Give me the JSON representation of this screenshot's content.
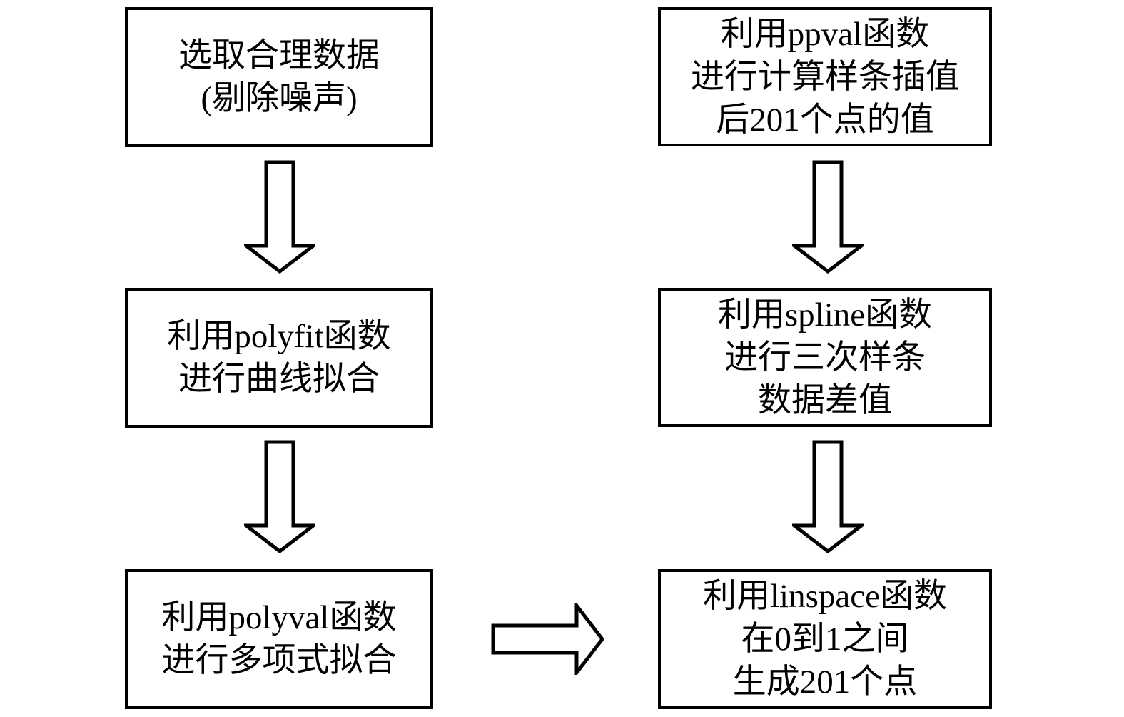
{
  "colors": {
    "background": "#ffffff",
    "box_fill": "#ffffff",
    "stroke": "#000000",
    "text": "#000000"
  },
  "left_column": {
    "boxes": [
      {
        "id": "select-data",
        "lines": [
          "选取合理数据",
          "(剔除噪声)"
        ]
      },
      {
        "id": "polyfit",
        "lines": [
          "利用polyfit函数",
          "进行曲线拟合"
        ]
      },
      {
        "id": "polyval",
        "lines": [
          "利用polyval函数",
          "进行多项式拟合"
        ]
      }
    ]
  },
  "right_column": {
    "boxes": [
      {
        "id": "ppval",
        "lines": [
          "利用ppval函数",
          "进行计算样条插值",
          "后201个点的值"
        ]
      },
      {
        "id": "spline",
        "lines": [
          "利用spline函数",
          "进行三次样条",
          "数据差值"
        ]
      },
      {
        "id": "linspace",
        "lines": [
          "利用linspace函数",
          "在0到1之间",
          "生成201个点"
        ]
      }
    ]
  },
  "arrows": [
    {
      "id": "left-1",
      "direction": "down",
      "from": "select-data",
      "to": "polyfit"
    },
    {
      "id": "left-2",
      "direction": "down",
      "from": "polyfit",
      "to": "polyval"
    },
    {
      "id": "right-1",
      "direction": "down",
      "from": "ppval",
      "to": "spline"
    },
    {
      "id": "right-2",
      "direction": "down",
      "from": "spline",
      "to": "linspace"
    },
    {
      "id": "cross",
      "direction": "right",
      "from": "polyval",
      "to": "linspace"
    }
  ]
}
